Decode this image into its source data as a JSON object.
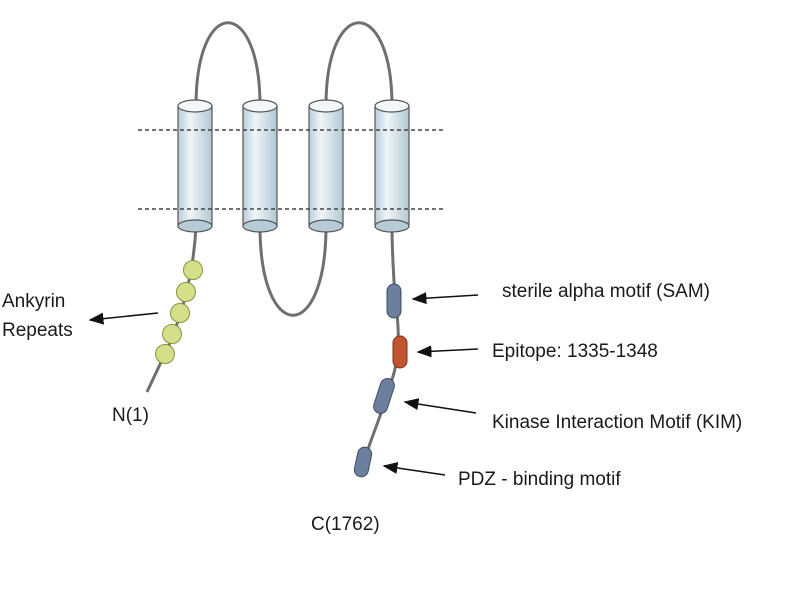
{
  "labels": {
    "ankyrin_line1": "Ankyrin",
    "ankyrin_line2": "Repeats",
    "n_terminus": "N(1)",
    "c_terminus": "C(1762)",
    "sam": "sterile alpha motif (SAM)",
    "epitope": "Epitope: 1335-1348",
    "kim": "Kinase Interaction Motif (KIM)",
    "pdz": "PDZ - binding motif"
  },
  "colors": {
    "helix_fill": "#d9e7ee",
    "chain": "#6f6f6f",
    "ankyrin": "#d5df8a",
    "motif_blue": "#6d7f9e",
    "epitope": "#c0552f"
  }
}
